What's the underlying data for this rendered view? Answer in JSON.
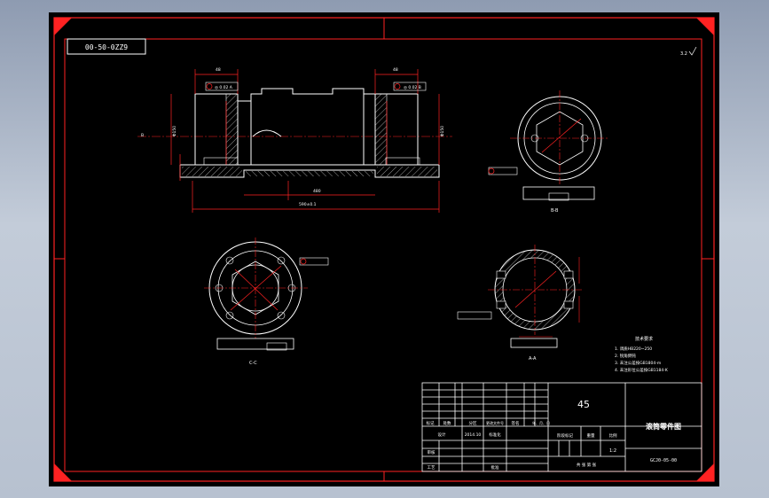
{
  "drawing": {
    "drawing_number_box": "00-50-0ZZ9",
    "roughness_note": "3.2",
    "material": "45",
    "title": "滚筒零件图",
    "drawing_code": "GCJ0-05-00",
    "scale": "1:2",
    "tech_requirements_title": "技术要求",
    "tech_requirements": [
      "1. 调质HB220~250",
      "2. 锐角倒钝",
      "3. 未注公差按GB1804-m",
      "4. 未注形位公差按GB1184-K"
    ],
    "title_block": {
      "row_labels": [
        "标记",
        "处数",
        "分区",
        "更改文件号",
        "签名",
        "年、月、日"
      ],
      "design_label": "设计",
      "date_value": "2014.10",
      "standardize_label": "标准化",
      "stage_label": "阶段标记",
      "weight_label": "重量",
      "scale_label": "比例",
      "review_label": "审核",
      "process_label": "工艺",
      "approve_label": "批准",
      "sheets_label": "共 张 第 张"
    },
    "view_labels": {
      "section_bb": "B-B",
      "view_cc": "C-C",
      "section_aa": "A-A"
    }
  }
}
